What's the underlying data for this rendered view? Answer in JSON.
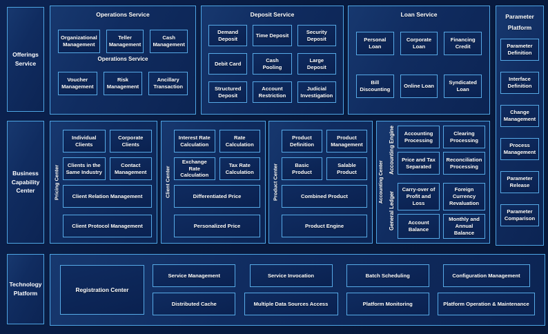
{
  "colors": {
    "background": "#081b40",
    "panel_fill": "#102c60",
    "box_fill": "#0b2354",
    "border_accent": "#4fa8e8",
    "text": "#ffffff"
  },
  "sidebar": {
    "offerings": "Offerings Service",
    "business": "Business Capability Center",
    "technology": "Technology Platform"
  },
  "operations": {
    "title": "Operations Service",
    "subtitle": "Operations Service",
    "row1": [
      "Organizational Management",
      "Teller Management",
      "Cash Management"
    ],
    "row2": [
      "Voucher Management",
      "Risk Management",
      "Ancillary Transaction"
    ]
  },
  "deposit": {
    "title": "Deposit Service",
    "items": [
      "Demand Deposit",
      "Time Deposit",
      "Security Deposit",
      "Debit Card",
      "Cash Pooling",
      "Large Deposit",
      "Structured Deposit",
      "Account Restriction",
      "Judicial Investigation"
    ]
  },
  "loan": {
    "title": "Loan Service",
    "items": [
      "Personal Loan",
      "Corporate Loan",
      "Financing Credit",
      "Bill Discounting",
      "Online Loan",
      "Syndicated Loan"
    ]
  },
  "parameter": {
    "title": "Parameter Platform",
    "items": [
      "Parameter Definition",
      "Interface Definition",
      "Change Management",
      "Process Management",
      "Parameter Release",
      "Parameter Comparison"
    ]
  },
  "pricing": {
    "label": "Pricing Center",
    "grid": [
      "Individual Clients",
      "Corporate Clients",
      "Clients in the Same Industry",
      "Contact Management"
    ],
    "wide": [
      "Client Relation Management",
      "Client Protocol Management"
    ]
  },
  "client": {
    "label": "Client Center",
    "grid": [
      "Interest Rate Calculation",
      "Rate Calculation",
      "Exchange Rate Calculation",
      "Tax Rate Calculation"
    ],
    "wide": [
      "Differentiated Price",
      "Personalized Price"
    ]
  },
  "product": {
    "label": "Product Center",
    "grid": [
      "Product Definition",
      "Product Management",
      "Basic Product",
      "Salable Product"
    ],
    "wide": [
      "Combined Product",
      "Product Engine"
    ]
  },
  "accounting": {
    "label": "Accounting Center",
    "engine": {
      "label": "Accounting Engine",
      "items": [
        "Accounting Processing",
        "Clearing Processing",
        "Price and Tax Separated",
        "Reconciliation Processing"
      ]
    },
    "ledger": {
      "label": "General Ledger",
      "items": [
        "Carry-over of Profit and Loss",
        "Foreign Currency Revaluation",
        "Account Balance",
        "Monthly and Annual Balance"
      ]
    }
  },
  "technology": {
    "registration": "Registration Center",
    "col1": [
      "Service Management",
      "Distributed Cache"
    ],
    "col2": [
      "Service Invocation",
      "Multiple Data Sources Access"
    ],
    "col3": [
      "Batch Scheduling",
      "Platform Monitoring"
    ],
    "col4": [
      "Configuration Management",
      "Platform Operation & Maintenance"
    ]
  }
}
